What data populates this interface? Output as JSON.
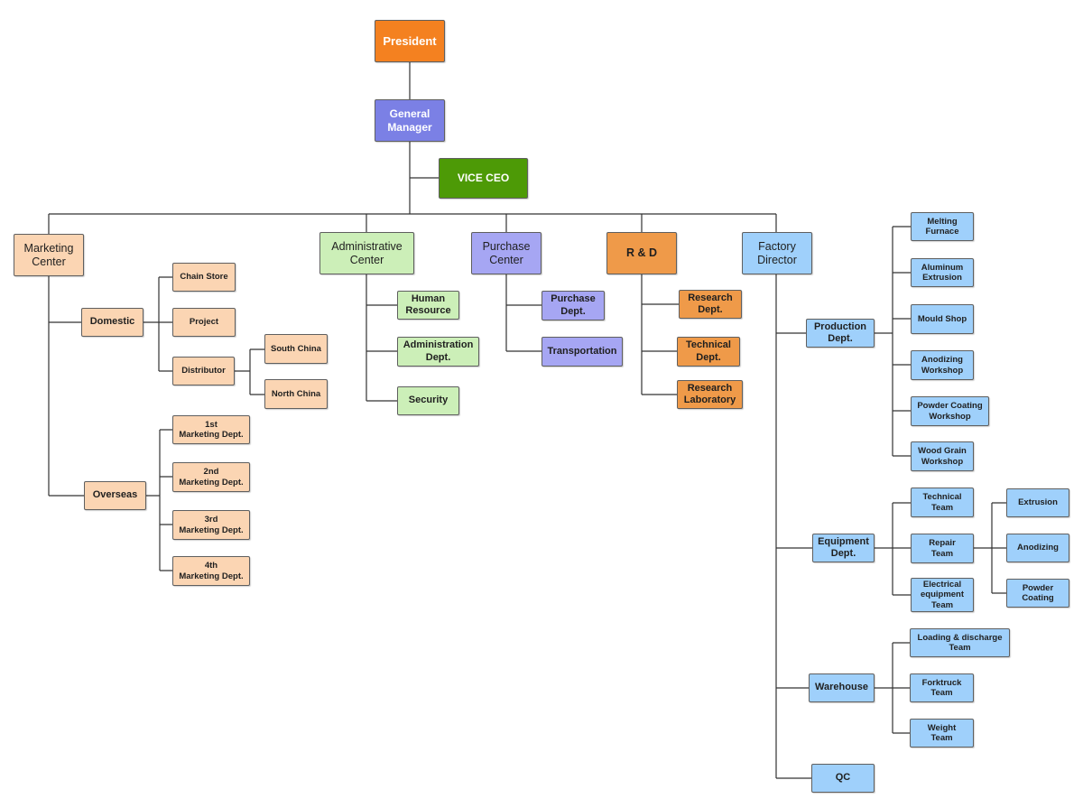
{
  "org_chart": {
    "president": "President",
    "general_manager": "General\nManager",
    "vice_ceo": "VICE CEO",
    "marketing": {
      "center": "Marketing\nCenter",
      "domestic": "Domestic",
      "chain_store": "Chain Store",
      "project": "Project",
      "distributor": "Distributor",
      "south_china": "South China",
      "north_china": "North China",
      "overseas": "Overseas",
      "mkt_1": "1st\nMarketing Dept.",
      "mkt_2": "2nd\nMarketing Dept.",
      "mkt_3": "3rd\nMarketing Dept.",
      "mkt_4": "4th\nMarketing Dept."
    },
    "administrative": {
      "center": "Administrative\nCenter",
      "human_resource": "Human\nResource",
      "administration_dept": "Administration\nDept.",
      "security": "Security"
    },
    "purchase": {
      "center": "Purchase\nCenter",
      "purchase_dept": "Purchase\nDept.",
      "transportation": "Transportation"
    },
    "rnd": {
      "center": "R & D",
      "research_dept": "Research\nDept.",
      "technical_dept": "Technical\nDept.",
      "research_laboratory": "Research\nLaboratory"
    },
    "factory": {
      "director": "Factory\nDirector",
      "production_dept": "Production\nDept.",
      "melting_furnace": "Melting\nFurnace",
      "aluminum_extrusion": "Aluminum\nExtrusion",
      "mould_shop": "Mould Shop",
      "anodizing_workshop": "Anodizing\nWorkshop",
      "powder_coating_workshop": "Powder Coating\nWorkshop",
      "wood_grain_workshop": "Wood Grain\nWorkshop",
      "equipment_dept": "Equipment\nDept.",
      "technical_team": "Technical\nTeam",
      "repair_team": "Repair\nTeam",
      "electrical_team": "Electrical\nequipment\nTeam",
      "extrusion": "Extrusion",
      "anodizing": "Anodizing",
      "powder_coating": "Powder\nCoating",
      "warehouse": "Warehouse",
      "loading_team": "Loading & discharge\nTeam",
      "forktruck_team": "Forktruck\nTeam",
      "weight_team": "Weight\nTeam",
      "qc": "QC"
    }
  }
}
